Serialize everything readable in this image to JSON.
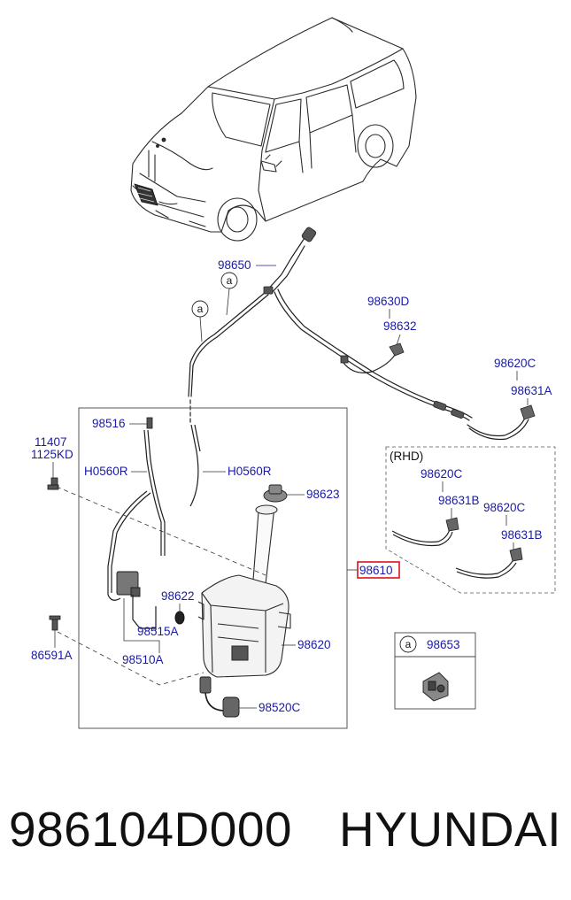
{
  "callouts": {
    "p98650": "98650",
    "p98630D": "98630D",
    "p98632": "98632",
    "p98620C_top": "98620C",
    "p98631A": "98631A",
    "p98516": "98516",
    "p11407": "11407",
    "p1125KD": "1125KD",
    "h0560r_left": "H0560R",
    "h0560r_right": "H0560R",
    "p98623": "98623",
    "p98610": "98610",
    "p98622": "98622",
    "p98515A": "98515A",
    "p98620": "98620",
    "p86591A": "86591A",
    "p98510A": "98510A",
    "p98520C": "98520C",
    "rhd_label": "(RHD)",
    "rhd_98620C_1": "98620C",
    "rhd_98631B_1": "98631B",
    "rhd_98620C_2": "98620C",
    "rhd_98631B_2": "98631B",
    "marker_a1": "a",
    "marker_a2": "a",
    "legend_marker": "a",
    "legend_part": "98653"
  },
  "caption": {
    "part_number": "986104D000",
    "brand": "HYUNDAI"
  },
  "colors": {
    "label_text": "#1a1aa6",
    "highlight": "#e0101a",
    "line_art": "#2b2b2b"
  }
}
